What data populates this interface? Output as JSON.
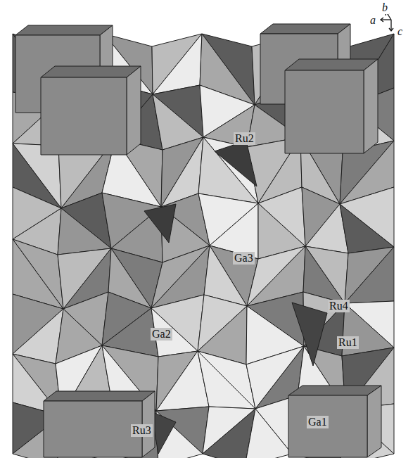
{
  "diagram": {
    "labels": [
      "b",
      "a",
      "c",
      "Ru2",
      "Ga3",
      "Ru4",
      "Ga2",
      "Ru1",
      "Ru3",
      "Ga1"
    ]
  }
}
